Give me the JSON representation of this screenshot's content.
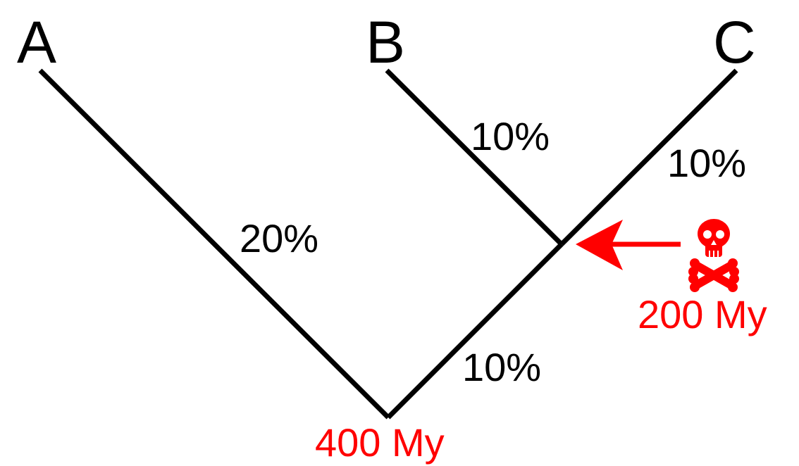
{
  "tips": {
    "a": "A",
    "b": "B",
    "c": "C"
  },
  "branch_divergence": {
    "a_branch": "20%",
    "b_branch": "10%",
    "c_branch": "10%",
    "internal_branch": "10%"
  },
  "node_ages": {
    "root": "400 My",
    "extinction_event": "200 My"
  },
  "icons": {
    "event_marker": "skull-and-crossbones-icon",
    "event_pointer": "arrow-left-icon"
  },
  "colors": {
    "tree": "#000000",
    "highlight": "#ff0000"
  }
}
